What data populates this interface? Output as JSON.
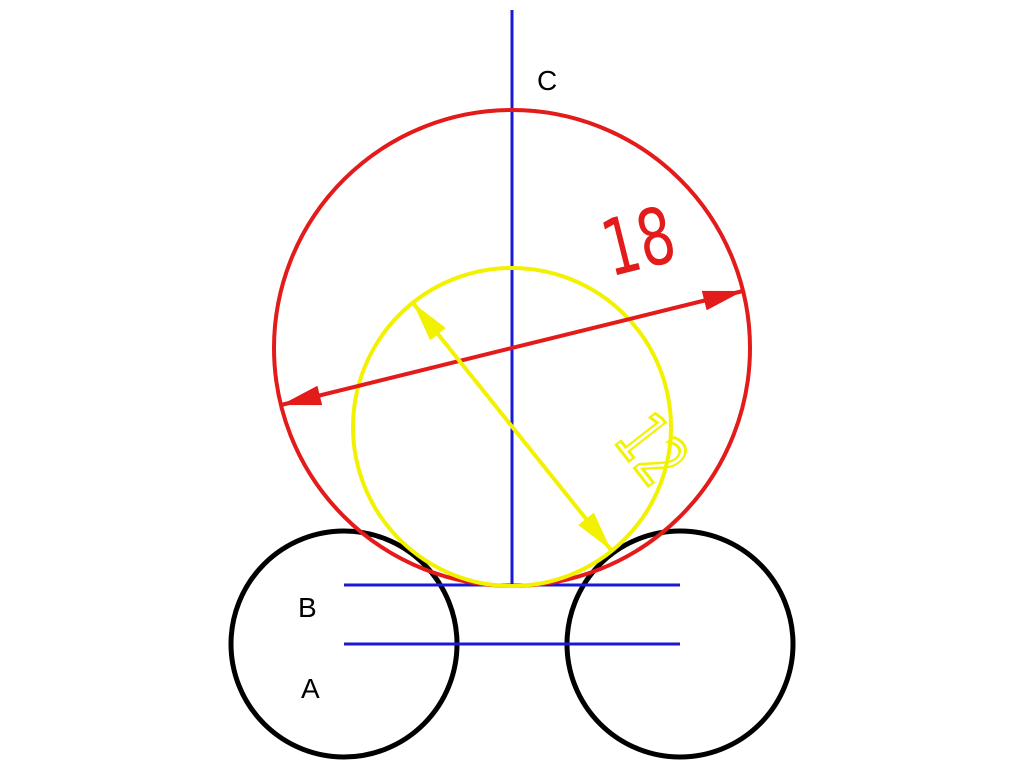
{
  "labels": {
    "point_c": "C",
    "point_b": "B",
    "point_a": "A"
  },
  "dimensions": {
    "large_diameter": "18",
    "small_diameter": "12"
  },
  "colors": {
    "large_circle": "#e31b1b",
    "small_circle": "#f2f200",
    "support_circles": "#000000",
    "construction_lines": "#1a1ad6"
  }
}
